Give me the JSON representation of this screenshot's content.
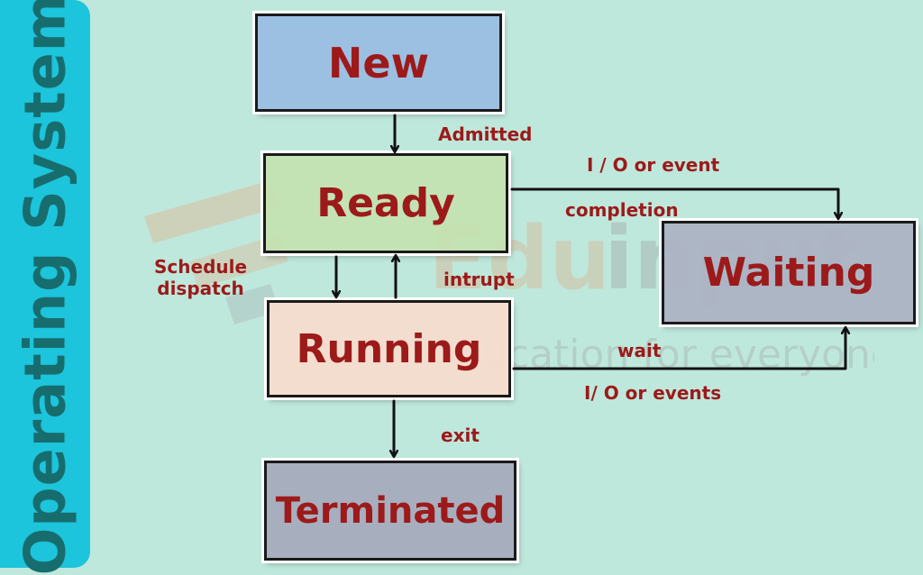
{
  "sidebar": {
    "title": "Operating System"
  },
  "watermark": {
    "brand_left": "Edu",
    "brand_right": "input",
    "tagline": "education for everyone"
  },
  "states": {
    "new": "New",
    "ready": "Ready",
    "running": "Running",
    "waiting": "Waiting",
    "terminated": "Terminated"
  },
  "transitions": {
    "admitted": "Admitted",
    "io_event": "I / O or event",
    "completion": "completion",
    "schedule": "Schedule",
    "dispatch": "dispatch",
    "intrupt": "intrupt",
    "wait": "wait",
    "io_events": "I/ O or events",
    "exit": "exit"
  },
  "colors": {
    "background": "#bfe8dc",
    "sidebar": "#1cc4dc",
    "sidebar_text": "#176d6d",
    "state_text": "#9c1a1a",
    "label_text": "#9c1a1a",
    "new_fill": "#9bbee2",
    "ready_fill": "#c4e2b0",
    "running_fill": "#f6dcce",
    "waiting_fill": "#acb2c4",
    "terminated_fill": "#a7afbf"
  }
}
